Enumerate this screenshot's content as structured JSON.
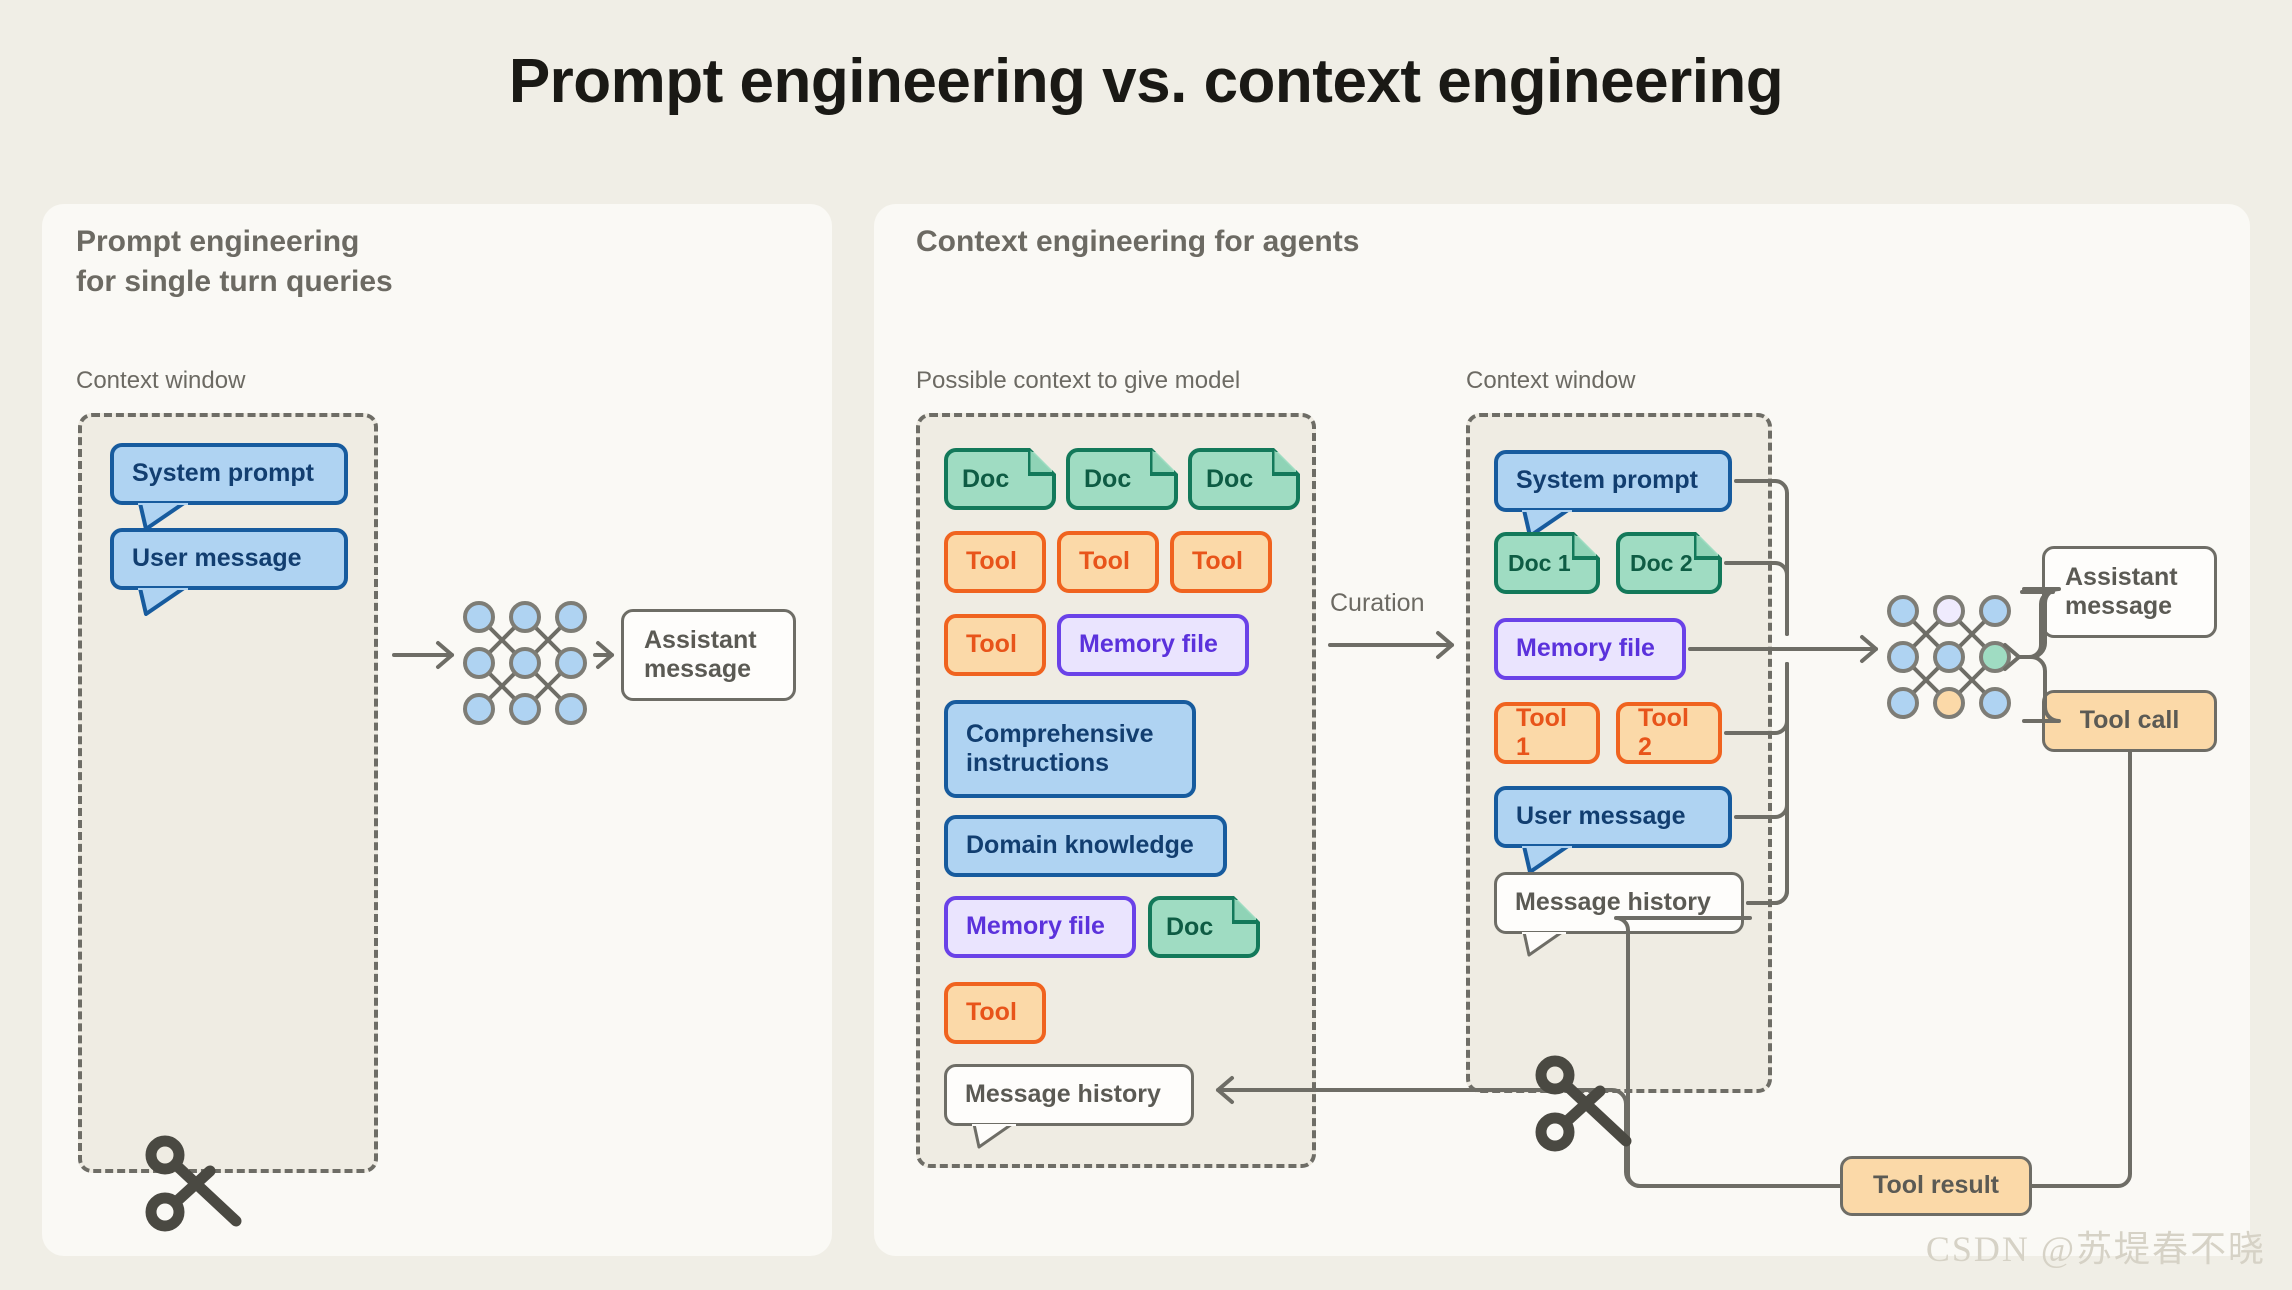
{
  "title": "Prompt engineering vs. context engineering",
  "watermark": "CSDN @苏堤春不晓",
  "left_panel": {
    "heading": "Prompt engineering\nfor single turn queries",
    "context_window_label": "Context window",
    "items": [
      {
        "label": "System prompt",
        "kind": "blue-bubble"
      },
      {
        "label": "User message",
        "kind": "blue-bubble"
      }
    ],
    "model_icon": "neural-network-icon",
    "output": {
      "label": "Assistant\nmessage",
      "kind": "white-box"
    },
    "truncation_icon": "scissors-icon"
  },
  "right_panel": {
    "heading": "Context engineering for agents",
    "possible_context_label": "Possible context to give model",
    "context_window_label": "Context window",
    "curation_label": "Curation",
    "possible_context_items": [
      {
        "label": "Doc",
        "kind": "doc"
      },
      {
        "label": "Doc",
        "kind": "doc"
      },
      {
        "label": "Doc",
        "kind": "doc"
      },
      {
        "label": "Tool",
        "kind": "tool"
      },
      {
        "label": "Tool",
        "kind": "tool"
      },
      {
        "label": "Tool",
        "kind": "tool"
      },
      {
        "label": "Tool",
        "kind": "tool"
      },
      {
        "label": "Memory file",
        "kind": "memory"
      },
      {
        "label": "Comprehensive\ninstructions",
        "kind": "blue"
      },
      {
        "label": "Domain knowledge",
        "kind": "blue"
      },
      {
        "label": "Memory file",
        "kind": "memory"
      },
      {
        "label": "Doc",
        "kind": "doc"
      },
      {
        "label": "Tool",
        "kind": "tool"
      },
      {
        "label": "Message history",
        "kind": "white-bubble"
      }
    ],
    "context_window_items": [
      {
        "label": "System prompt",
        "kind": "blue-bubble"
      },
      {
        "label": "Doc 1",
        "kind": "doc"
      },
      {
        "label": "Doc 2",
        "kind": "doc"
      },
      {
        "label": "Memory file",
        "kind": "memory"
      },
      {
        "label": "Tool 1",
        "kind": "tool"
      },
      {
        "label": "Tool 2",
        "kind": "tool"
      },
      {
        "label": "User message",
        "kind": "blue-bubble"
      },
      {
        "label": "Message history",
        "kind": "white-bubble"
      }
    ],
    "truncation_icon": "scissors-icon",
    "model_icon": "neural-network-icon",
    "outputs": [
      {
        "label": "Assistant\nmessage",
        "kind": "white-box"
      },
      {
        "label": "Tool call",
        "kind": "tan-box"
      }
    ],
    "feedback": {
      "label": "Tool result",
      "kind": "tan-box"
    }
  },
  "colors": {
    "page_bg": "#F0EEE6",
    "panel_bg": "#FAF9F5",
    "context_bg": "#EFECE3",
    "blue_fill": "#AFD3F2",
    "blue_stroke": "#175B9E",
    "green_fill": "#9FDCC2",
    "green_stroke": "#13795A",
    "orange_fill": "#FBD9A8",
    "orange_stroke": "#F0631F",
    "purple_fill": "#EAE4FE",
    "purple_stroke": "#6A42E8",
    "line": "#6E6D66",
    "text_muted": "#6C6A63",
    "title": "#1A1915"
  }
}
